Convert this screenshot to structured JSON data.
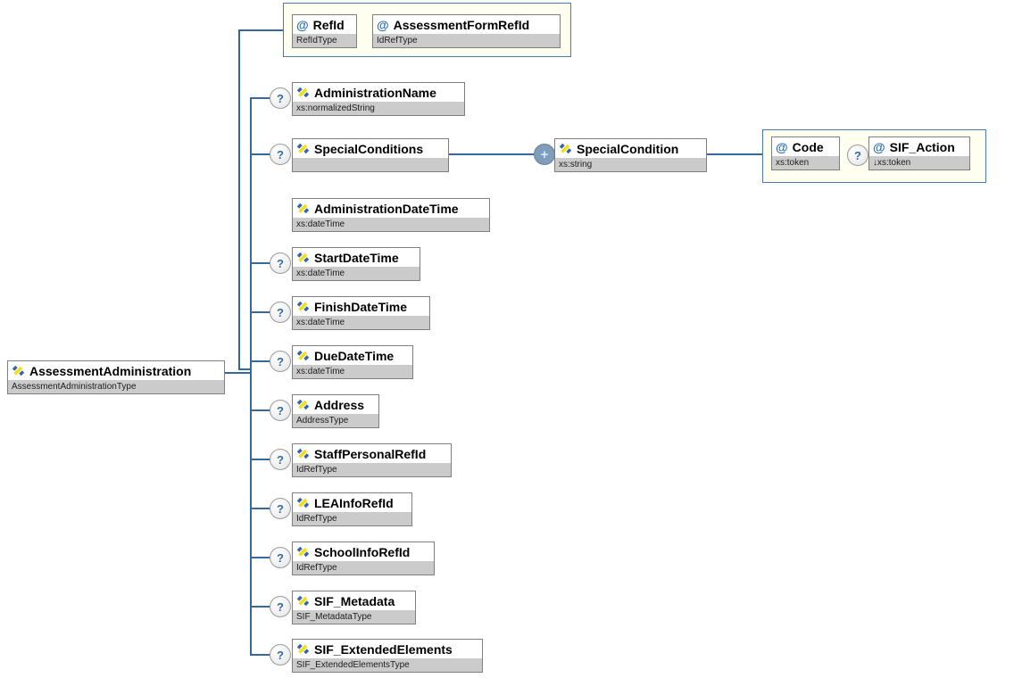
{
  "indicators": {
    "optional": "?",
    "repeating": "+"
  },
  "attribute_marker": "@",
  "colors": {
    "connector_line": "#35689c",
    "group_fill": "#fffff0",
    "group_border": "#4a7ab5",
    "box_border": "#7f7f7f",
    "type_strip": "#cbcbcb",
    "icon_blue": "#3565a8",
    "icon_yellow": "#f0e01a",
    "attribute_at": "#2d6fb0",
    "optional_glyph": "#2e6da4"
  },
  "nodes": {
    "root": {
      "name": "AssessmentAdministration",
      "type": "AssessmentAdministrationType"
    },
    "ref_id": {
      "name": "RefId",
      "type": "RefIdType"
    },
    "assessment_form_ref_id": {
      "name": "AssessmentFormRefId",
      "type": "IdRefType"
    },
    "administration_name": {
      "name": "AdministrationName",
      "type": "xs:normalizedString"
    },
    "special_conditions": {
      "name": "SpecialConditions",
      "type": ""
    },
    "special_condition": {
      "name": "SpecialCondition",
      "type": "xs:string"
    },
    "code": {
      "name": "Code",
      "type": "xs:token"
    },
    "sif_action": {
      "name": "SIF_Action",
      "type": "↓xs:token"
    },
    "administration_date_time": {
      "name": "AdministrationDateTime",
      "type": "xs:dateTime"
    },
    "start_date_time": {
      "name": "StartDateTime",
      "type": "xs:dateTime"
    },
    "finish_date_time": {
      "name": "FinishDateTime",
      "type": "xs:dateTime"
    },
    "due_date_time": {
      "name": "DueDateTime",
      "type": "xs:dateTime"
    },
    "address": {
      "name": "Address",
      "type": "AddressType"
    },
    "staff_personal_ref_id": {
      "name": "StaffPersonalRefId",
      "type": "IdRefType"
    },
    "lea_info_ref_id": {
      "name": "LEAInfoRefId",
      "type": "IdRefType"
    },
    "school_info_ref_id": {
      "name": "SchoolInfoRefId",
      "type": "IdRefType"
    },
    "sif_metadata": {
      "name": "SIF_Metadata",
      "type": "SIF_MetadataType"
    },
    "sif_extended_elements": {
      "name": "SIF_ExtendedElements",
      "type": "SIF_ExtendedElementsType"
    }
  }
}
